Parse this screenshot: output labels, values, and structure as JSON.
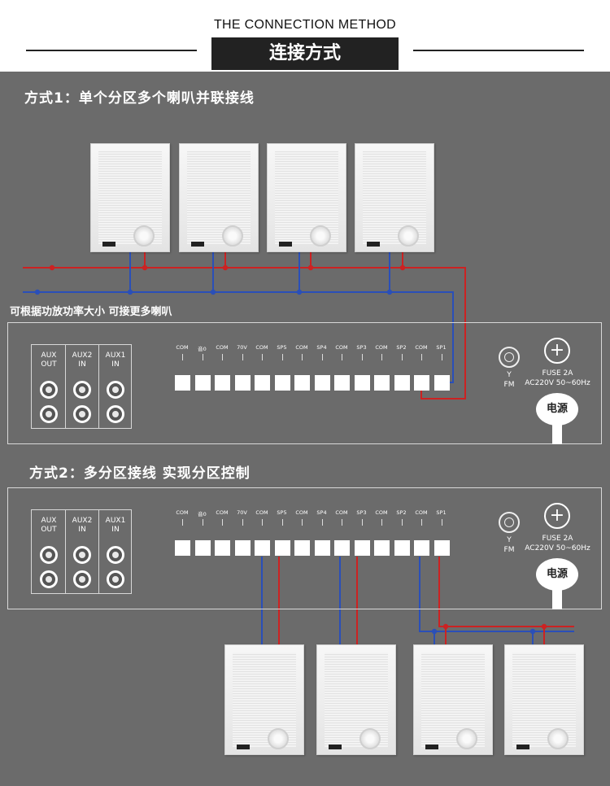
{
  "header": {
    "title": "THE CONNECTION METHOD",
    "subtitle": "连接方式"
  },
  "method1": {
    "title": "方式1：单个分区多个喇叭并联接线",
    "note": "可根据功放功率大小 可接更多喇叭"
  },
  "method2": {
    "title": "方式2：多分区接线 实现分区控制"
  },
  "amp": {
    "aux_labels": [
      [
        "AUX",
        "OUT"
      ],
      [
        "AUX2",
        "IN"
      ],
      [
        "AUX1",
        "IN"
      ]
    ],
    "terminal_labels": [
      "COM",
      "音0",
      "COM",
      "70V",
      "COM",
      "SP5",
      "COM",
      "SP4",
      "COM",
      "SP3",
      "COM",
      "SP2",
      "COM",
      "SP1"
    ],
    "fm_y": "Y",
    "fm_label": "FM",
    "fuse": "FUSE 2A",
    "ac": "AC220V 50~60Hz",
    "power": "电源",
    "plus": "+"
  },
  "colors": {
    "background": "#6b6b6b",
    "wire_red": "#cc2222",
    "wire_blue": "#2a4fb8"
  }
}
